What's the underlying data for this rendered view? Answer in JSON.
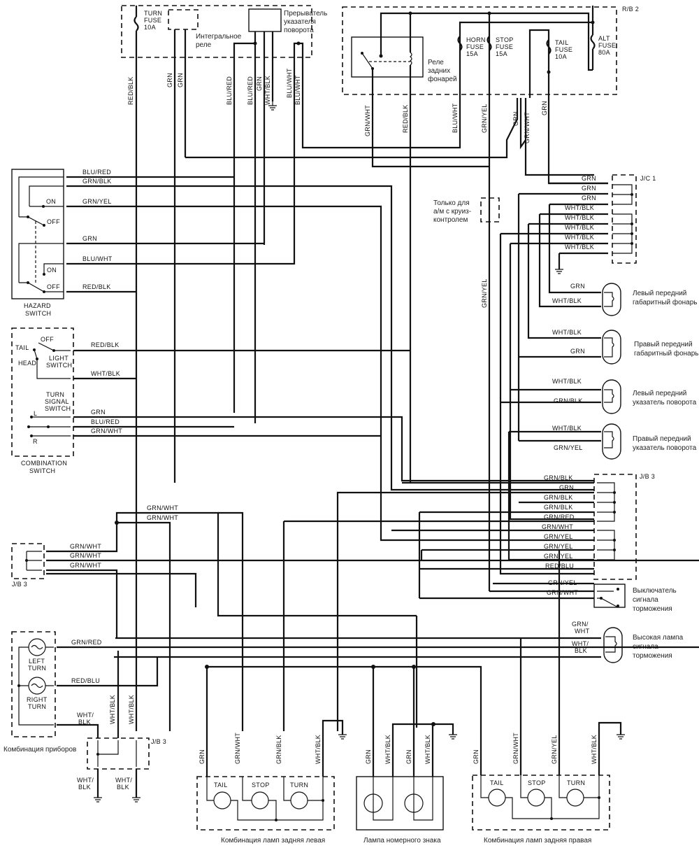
{
  "diagram": {
    "title": "Turn signal, hazard, stop and tail light wiring diagram",
    "components": {
      "turn_fuse": {
        "line1": "TURN",
        "line2": "FUSE",
        "line3": "10A"
      },
      "integral_relay": {
        "label_line1": "Интегральное",
        "label_line2": "реле"
      },
      "flasher": {
        "label_line1": "Прерыватель",
        "label_line2": "указателя",
        "label_line3": "поворота"
      },
      "rb2": {
        "label": "R/B 2"
      },
      "tail_relay": {
        "label_line1": "Реле",
        "label_line2": "задних",
        "label_line3": "фонарей"
      },
      "horn_fuse": {
        "line1": "HORN",
        "line2": "FUSE",
        "line3": "15A"
      },
      "stop_fuse": {
        "line1": "STOP",
        "line2": "FUSE",
        "line3": "15A"
      },
      "tail_fuse": {
        "line1": "TAIL",
        "line2": "FUSE",
        "line3": "10A"
      },
      "alt_fuse": {
        "line1": "ALT",
        "line2": "FUSE",
        "line3": "80A"
      },
      "hazard_switch": {
        "line1": "HAZARD",
        "line2": "SWITCH",
        "on": "ON",
        "off": "OFF"
      },
      "combination_switch": {
        "line1": "COMBINATION",
        "line2": "SWITCH",
        "light_switch_line1": "LIGHT",
        "light_switch_line2": "SWITCH",
        "tail": "TAIL",
        "head": "HEAD",
        "off": "OFF",
        "turn_line1": "TURN",
        "turn_line2": "SIGNAL",
        "turn_line3": "SWITCH",
        "l": "L",
        "r": "R"
      },
      "jc1": {
        "label": "J/C 1"
      },
      "jb3": {
        "label": "J/B 3"
      },
      "cruise_only": {
        "line1": "Только для",
        "line2": "а/м с круиз-",
        "line3": "контролем"
      },
      "left_front_marker": {
        "line1": "Левый передний",
        "line2": "габаритный фонарь"
      },
      "right_front_marker": {
        "line1": "Правый передний",
        "line2": "габаритный фонарь"
      },
      "left_front_turn": {
        "line1": "Левый передний",
        "line2": "указатель поворота"
      },
      "right_front_turn": {
        "line1": "Правый передний",
        "line2": "указатель поворота"
      },
      "stop_switch": {
        "line1": "Выключатель",
        "line2": "сигнала",
        "line3": "торможения"
      },
      "high_stop": {
        "line1": "Высокая лампа",
        "line2": "сигнала",
        "line3": "торможения"
      },
      "instrument_cluster": {
        "label": "Комбинация приборов",
        "left_turn_l1": "LEFT",
        "left_turn_l2": "TURN",
        "right_turn_l1": "RIGHT",
        "right_turn_l2": "TURN"
      },
      "rear_left": {
        "label": "Комбинация ламп задняя левая",
        "tail": "TAIL",
        "stop": "STOP",
        "turn": "TURN"
      },
      "license": {
        "label": "Лампа номерного знака"
      },
      "rear_right": {
        "label": "Комбинация ламп задняя правая",
        "tail": "TAIL",
        "stop": "STOP",
        "turn": "TURN"
      }
    },
    "wire_labels": {
      "top_vertical": [
        "RED/BLK",
        "GRN",
        "GRN",
        "BLU/RED",
        "BLU/RED",
        "GRN",
        "WHT/BLK",
        "BLU/WHT",
        "BLU/WHT"
      ],
      "rb2_vertical": [
        "GRN/WHT",
        "RED/BLK",
        "BLU/WHT",
        "GRN/YEL",
        "GRN",
        "GRN/WHT",
        "GRN"
      ],
      "hazard": [
        "BLU/RED",
        "GRN/BLK",
        "GRN/YEL",
        "GRN",
        "BLU/WHT",
        "RED/BLK"
      ],
      "combination": [
        "RED/BLK",
        "WHT/BLK",
        "GRN",
        "BLU/RED",
        "GRN/WHT"
      ],
      "jc1": [
        "GRN",
        "GRN",
        "GRN",
        "WHT/BLK",
        "WHT/BLK",
        "WHT/BLK",
        "WHT/BLK",
        "WHT/BLK"
      ],
      "left_front_marker": [
        "GRN",
        "WHT/BLK"
      ],
      "right_front_marker": [
        "WHT/BLK",
        "GRN"
      ],
      "left_front_turn": [
        "WHT/BLK",
        "GRN/BLK"
      ],
      "right_front_turn": [
        "WHT/BLK",
        "GRN/YEL"
      ],
      "jb3_right": [
        "GRN/BLK",
        "GRN",
        "GRN/BLK",
        "GRN/BLK",
        "GRN/RED",
        "GRN/WHT",
        "GRN/YEL",
        "GRN/YEL",
        "GRN/YEL",
        "RED/BLU"
      ],
      "stop_switch": [
        "GRN/YEL",
        "GRN/WHT"
      ],
      "high_stop": [
        "GRN/",
        "WHT",
        "WHT/",
        "BLK"
      ],
      "mid_grn_wht": [
        "GRN/WHT",
        "GRN/WHT"
      ],
      "jb3_left": [
        "GRN/WHT",
        "GRN/WHT",
        "GRN/WHT"
      ],
      "cluster": [
        "GRN/RED",
        "RED/BLU",
        "WHT/",
        "BLK"
      ],
      "cluster_vertical": [
        "WHT/BLK",
        "WHT/BLK"
      ],
      "jb3_ground": [
        "WHT/",
        "BLK",
        "WHT/",
        "BLK"
      ],
      "cruise_vertical": "GRN/YEL",
      "rear_left": [
        "GRN",
        "GRN/WHT",
        "GRN/BLK",
        "WHT/BLK"
      ],
      "license": [
        "GRN",
        "WHT/BLK",
        "GRN",
        "WHT/BLK"
      ],
      "rear_right": [
        "GRN",
        "GRN/WHT",
        "GRN/YEL",
        "WHT/BLK"
      ]
    }
  }
}
